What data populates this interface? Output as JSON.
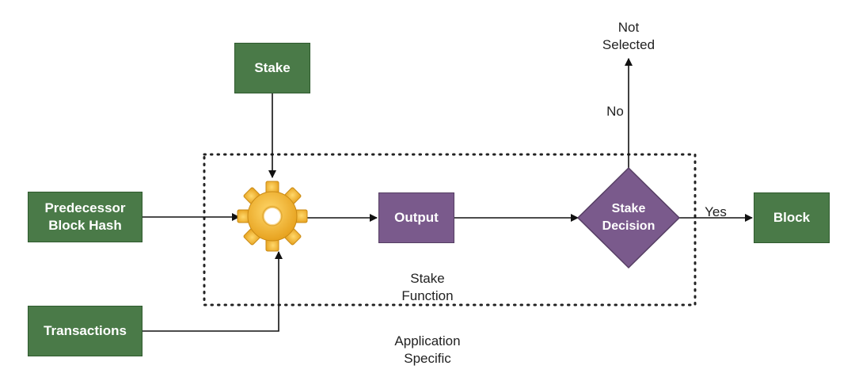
{
  "nodes": {
    "stake": "Stake",
    "predecessor": "Predecessor\nBlock Hash",
    "transactions": "Transactions",
    "output": "Output",
    "decision": "Stake\nDecision",
    "block": "Block"
  },
  "labels": {
    "not_selected": "Not\nSelected",
    "no": "No",
    "yes": "Yes",
    "stake_function": "Stake\nFunction",
    "application_specific": "Application\nSpecific"
  },
  "icons": {
    "process": "gear-icon"
  },
  "colors": {
    "green": "#4a7a48",
    "purple": "#7a5a8c",
    "gear": "#f2b233",
    "line": "#111111"
  }
}
